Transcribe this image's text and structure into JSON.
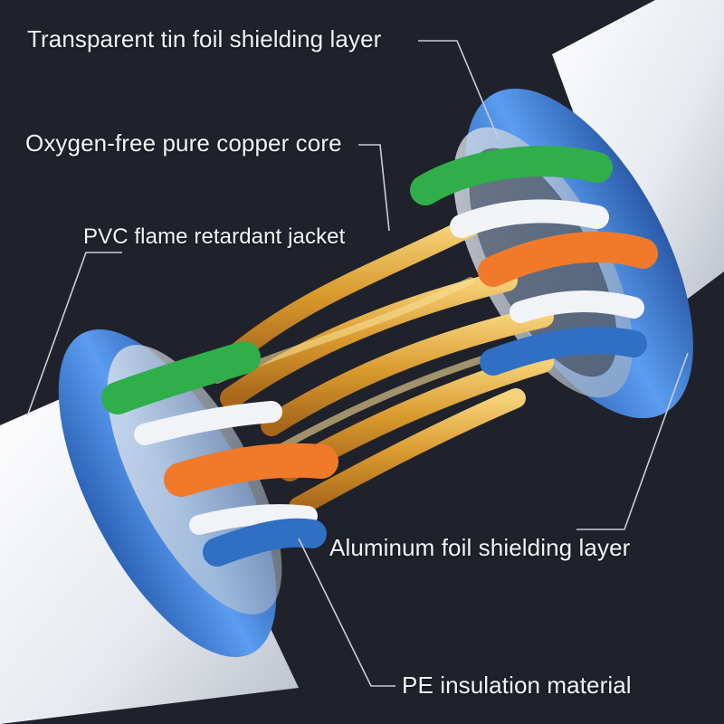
{
  "labels": {
    "tin_foil": "Transparent tin foil shielding layer",
    "copper_core": "Oxygen-free pure copper core",
    "pvc_jacket": "PVC flame retardant jacket",
    "aluminum_foil": "Aluminum foil shielding layer",
    "pe_insulation": "PE insulation material"
  },
  "colors": {
    "background": "#1f222b",
    "jacket": "#e9ecf1",
    "aluminum_foil": "#3f7fd6",
    "tin_foil": "#cfd8e3",
    "copper": "#d99a2e",
    "pair_green": "#2fae4a",
    "pair_orange": "#f07a2a",
    "pair_blue": "#2f6fc4",
    "leader_line": "#c9cdd4"
  }
}
